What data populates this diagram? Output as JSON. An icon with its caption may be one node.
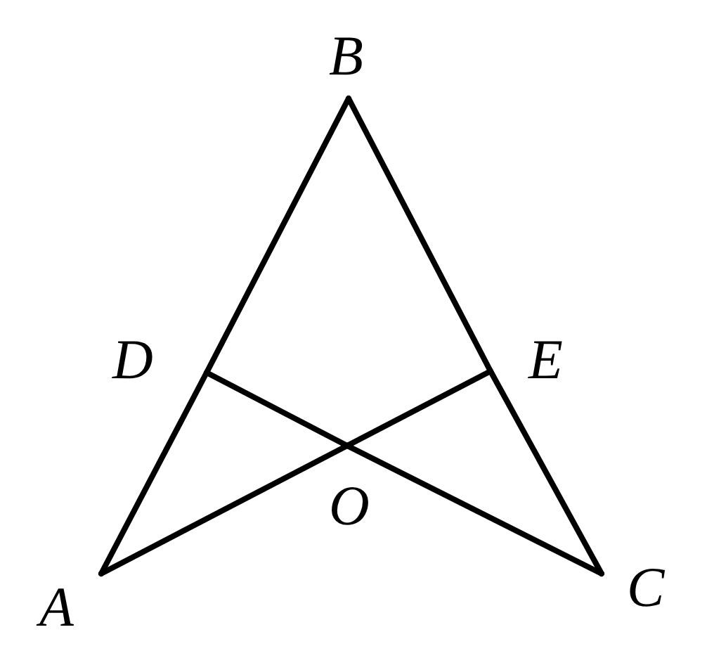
{
  "diagram": {
    "nodes": [
      {
        "text": [
          "B"
        ]
      },
      {
        "text": [
          "D"
        ]
      },
      {
        "text": [
          "E"
        ]
      },
      {
        "text": [
          "O"
        ]
      },
      {
        "text": [
          "A"
        ]
      },
      {
        "text": [
          "C"
        ]
      }
    ],
    "edges": [
      {
        "from": 4,
        "to": 1,
        "arrow": "none"
      },
      {
        "from": 1,
        "to": 0,
        "arrow": "none"
      },
      {
        "from": 0,
        "to": 2,
        "arrow": "none"
      },
      {
        "from": 2,
        "to": 5,
        "arrow": "none"
      },
      {
        "from": 4,
        "to": 3,
        "arrow": "none"
      },
      {
        "from": 3,
        "to": 2,
        "arrow": "none"
      },
      {
        "from": 1,
        "to": 3,
        "arrow": "none"
      },
      {
        "from": 3,
        "to": 5,
        "arrow": "none"
      }
    ]
  }
}
